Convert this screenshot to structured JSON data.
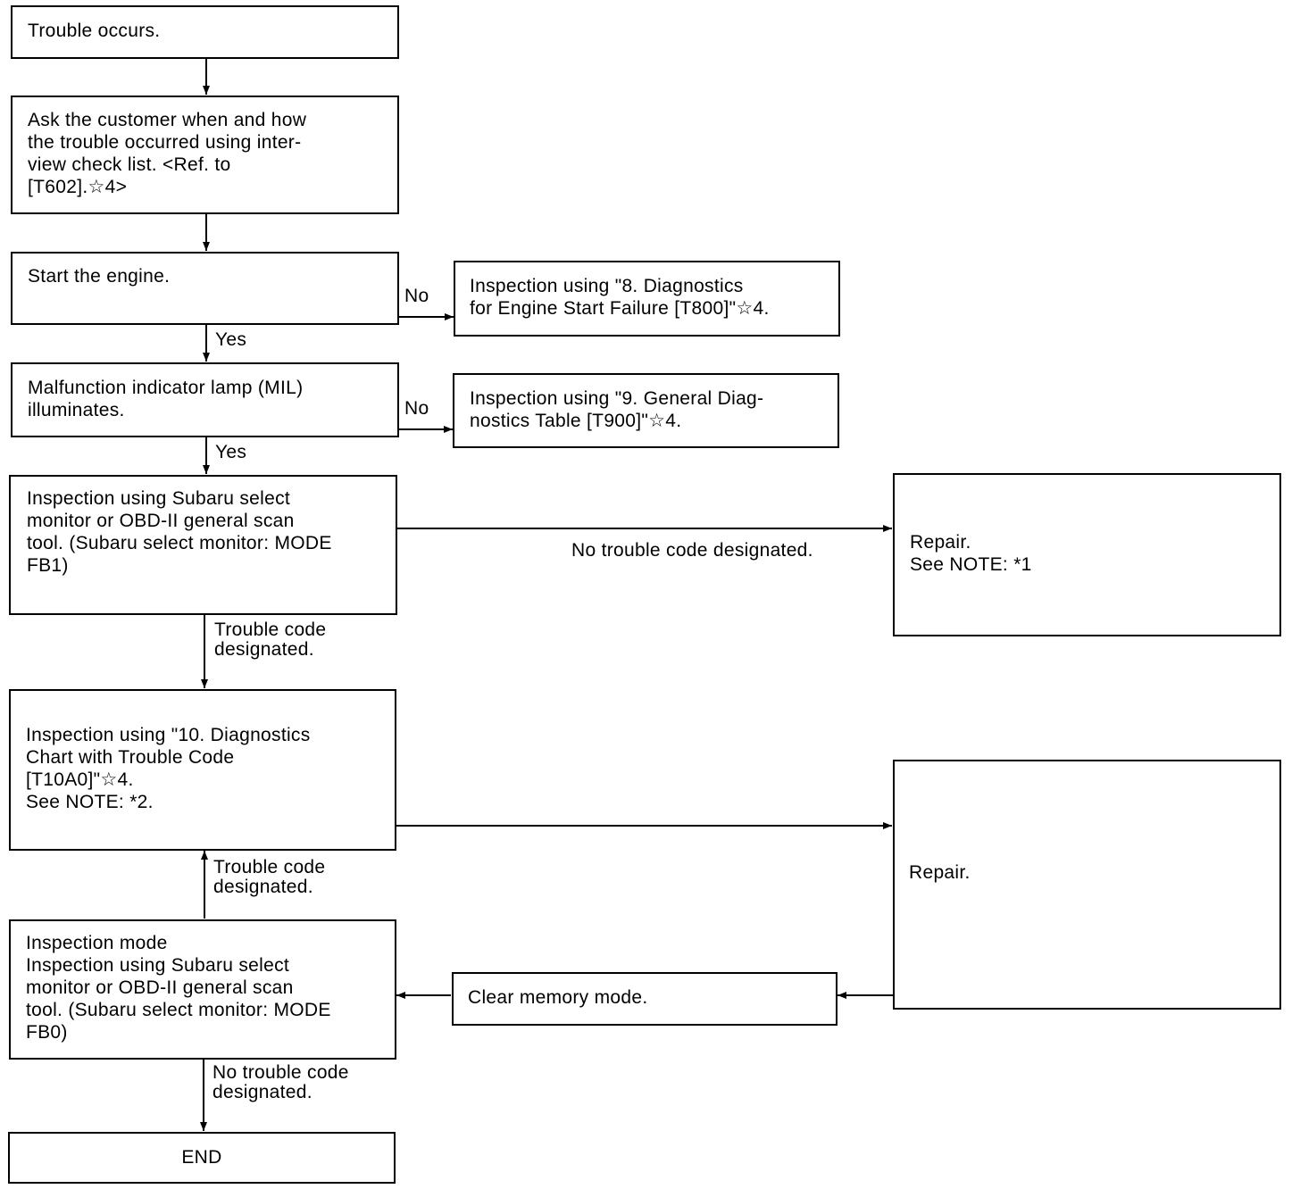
{
  "boxes": {
    "trouble_occurs": "Trouble occurs.",
    "ask_customer": "Ask the customer when and how\nthe trouble occurred using inter-\nview check list. <Ref. to\n[T602].☆4>",
    "start_engine": "Start the engine.",
    "inspect_start_failure": "Inspection using \"8. Diagnostics\nfor Engine Start Failure [T800]\"☆4.",
    "mil_illuminates": "Malfunction indicator lamp (MIL)\nilluminates.",
    "inspect_general_diag": "Inspection using \"9. General Diag-\nnostics Table [T900]\"☆4.",
    "inspect_select_monitor_fb1": "Inspection using Subaru select\nmonitor or OBD-II general scan\ntool. (Subaru select monitor: MODE\nFB1)",
    "repair_note1": "Repair.\nSee NOTE: *1",
    "inspect_trouble_code_chart": "Inspection using \"10. Diagnostics\nChart with Trouble Code\n[T10A0]\"☆4.\nSee NOTE: *2.",
    "repair": "Repair.",
    "inspection_mode": "Inspection mode\nInspection using Subaru select\nmonitor or OBD-II general scan\ntool. (Subaru select monitor: MODE\nFB0)",
    "clear_memory": "Clear memory mode.",
    "end": "END"
  },
  "labels": {
    "no_1": "No",
    "yes_1": "Yes",
    "no_2": "No",
    "yes_2": "Yes",
    "no_trouble_code_1": "No trouble code designated.",
    "trouble_code_1": "Trouble code\ndesignated.",
    "trouble_code_2": "Trouble code\ndesignated.",
    "no_trouble_code_2": "No trouble code\ndesignated."
  }
}
